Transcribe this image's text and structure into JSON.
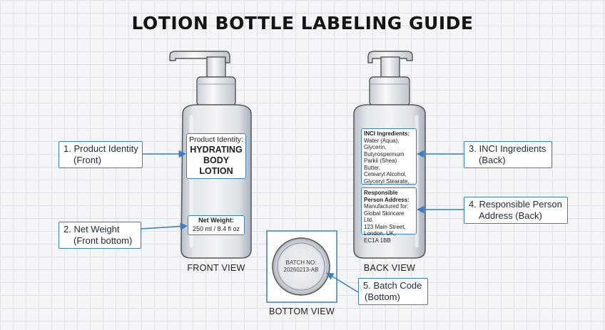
{
  "title": "LOTION BOTTLE LABELING GUIDE",
  "front": {
    "view_label": "FRONT VIEW",
    "identity_heading": "Product Identity:",
    "identity_name": [
      "HYDRATING",
      "BODY",
      "LOTION"
    ],
    "net_heading": "Net Weight:",
    "net_value": "250 ml / 8.4 fl oz"
  },
  "back": {
    "view_label": "BACK VIEW",
    "inci_heading": "INCI Ingredients:",
    "inci_lines": [
      "Water (Aqua),",
      "Glycerin,",
      "Butyrospermum",
      "Parkii (Shea) Butter,",
      "Cetearyl Alcohol,",
      "Glyceryl Stearate,",
      "..."
    ],
    "rp_heading": [
      "Responsible",
      "Person Address:"
    ],
    "rp_lines": [
      "Manufactured for:",
      "Global Skincare Ltd.",
      "123 Main Street,",
      "London, UK,",
      "EC1A 1BB"
    ]
  },
  "bottom": {
    "view_label": "BOTTOM VIEW",
    "batch_label": "BATCH NO:",
    "batch_value": "20260213-AB"
  },
  "callouts": [
    {
      "line1": "1. Product Identity",
      "line2": "(Front)"
    },
    {
      "line1": "2. Net Weight",
      "line2": "(Front bottom)"
    },
    {
      "line1": "3. INCI Ingredients",
      "line2": "(Back)"
    },
    {
      "line1": "4. Responsible Person",
      "line2": "Address (Back)"
    },
    {
      "line1": "5. Batch Code",
      "line2": "(Bottom)"
    }
  ],
  "colors": {
    "accent": "#3a7fc4",
    "bottle_body": "#d9dde3",
    "pump": "#eceef1"
  }
}
